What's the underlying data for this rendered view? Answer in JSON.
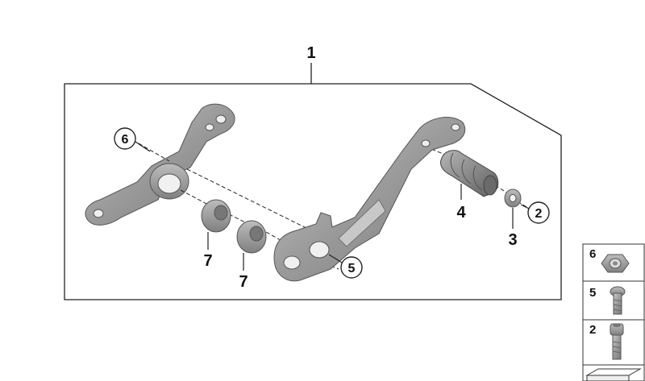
{
  "callouts": {
    "assembly": "1",
    "p2": "2",
    "p3": "3",
    "p4": "4",
    "p5": "5",
    "p6": "6",
    "p7a": "7",
    "p7b": "7"
  },
  "legend": {
    "items": [
      {
        "number": "6",
        "part": "nut-icon"
      },
      {
        "number": "5",
        "part": "torx-screw-icon"
      },
      {
        "number": "2",
        "part": "hex-socket-screw-icon"
      }
    ]
  },
  "colors": {
    "part_fill": "#9a9a9a",
    "part_dark": "#6e6e6e",
    "part_light": "#c4c4c4",
    "line": "#222222"
  }
}
